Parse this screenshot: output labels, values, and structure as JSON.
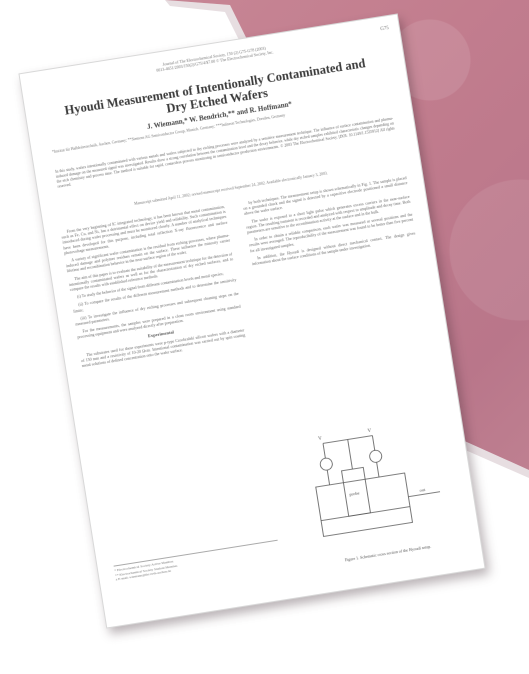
{
  "journal_header": "Journal of The Electrochemical Society, 150 (2) G75-G78 (2003)",
  "journal_header_2": "0013-4651/2003/150(2)/G75/4/$7.00 © The Electrochemical Society, Inc.",
  "page_number": "G75",
  "title": "Hyoudi Measurement of Intentionally Contaminated and Dry Etched Wafers",
  "authors": "J. Wiemann,* W. Bendrich,** and R. Hoffmann*",
  "affiliations": "*Institut für Halbleitertechnik, Aachen, Germany; **Siemens AG Semiconductor Group, Munich, Germany; ***Infineon Technologies, Dresden, Germany",
  "abstract": "In this study, wafers intentionally contaminated with various metals and wafers subjected to dry etching processes were analyzed by a sensitive measurement technique. The influence of surface contamination and plasma-induced damage on the measured signal was investigated. Results show a strong correlation between the contamination level and the decay behavior, while dry etched samples exhibited characteristic changes depending on the etch chemistry and process time. The method is suitable for rapid, contactless process monitoring in semiconductor production environments.",
  "copyright": "© 2003 The Electrochemical Society. [DOI: 10.1149/1.1535912] All rights reserved.",
  "manuscript": "Manuscript submitted April 11, 2002; revised manuscript received September 24, 2002. Available electronically January 3, 2003.",
  "left_paragraphs": [
    "From the very beginning of IC integrated technology, it has been known that metal contamination, such as Fe, Cu, and Ni, has a detrimental effect on device yield and reliability. Such contamination is introduced during wafer processing and must be monitored closely. A number of analytical techniques have been developed for this purpose, including total reflection X-ray fluorescence and surface photovoltage measurements.",
    "A variety of significant wafer contamination is the residual from etching processes, where plasma-induced damage and polymer residues remain on the surface. These influence the minority carrier lifetime and recombination behavior in the near-surface region of the wafer.",
    "The aim of this paper is to evaluate the suitability of the measurement technique for the detection of intentionally contaminated wafers as well as for the characterization of dry etched surfaces, and to compare the results with established reference methods.",
    "(i) To study the behavior of the signal from different contamination levels and metal species;",
    "(ii) To compare the results of the different measurement methods and to determine the sensitivity limits;",
    "(iii) To investigate the influence of dry etching processes and subsequent cleaning steps on the measured parameters.",
    "For the measurements, the samples were prepared in a clean room environment using standard processing equipment and were analyzed directly after preparation."
  ],
  "experimental_heading": "Experimental",
  "experimental_text": "The substrates used for these experiments were p-type Czochralski silicon wafers with a diameter of 150 mm and a resistivity of 10-20 Ωcm. Intentional contamination was carried out by spin coating metal solutions of defined concentration onto the wafer surface.",
  "right_paragraphs": [
    "by both techniques. The measurement setup is shown schematically in Fig. 1. The sample is placed on a grounded chuck and the signal is detected by a capacitive electrode positioned a small distance above the wafer surface.",
    "The wafer is exposed to a short light pulse which generates excess carriers in the near-surface region. The resulting transient is recorded and analyzed with respect to amplitude and decay time. Both parameters are sensitive to the recombination activity at the surface and in the bulk.",
    "In order to obtain a reliable comparison, each wafer was measured at several positions and the results were averaged. The reproducibility of the measurement was found to be better than five percent for all investigated samples.",
    "In addition, the Hyoudi is designed without direct mechanical contact. The design gives information about the surface conditions of the sample under investigation."
  ],
  "footnotes": [
    "* Electrochemical Society Active Member.",
    "** Electrochemical Society Student Member.",
    "z E-mail: wiemann@iht.rwth-aachen.de"
  ],
  "figure_labels": {
    "source_a": "V",
    "source_b": "V",
    "probe": "probe",
    "output": "out"
  },
  "figure_caption": "Figure 1. Schematic cross section of the Hyoudi setup."
}
